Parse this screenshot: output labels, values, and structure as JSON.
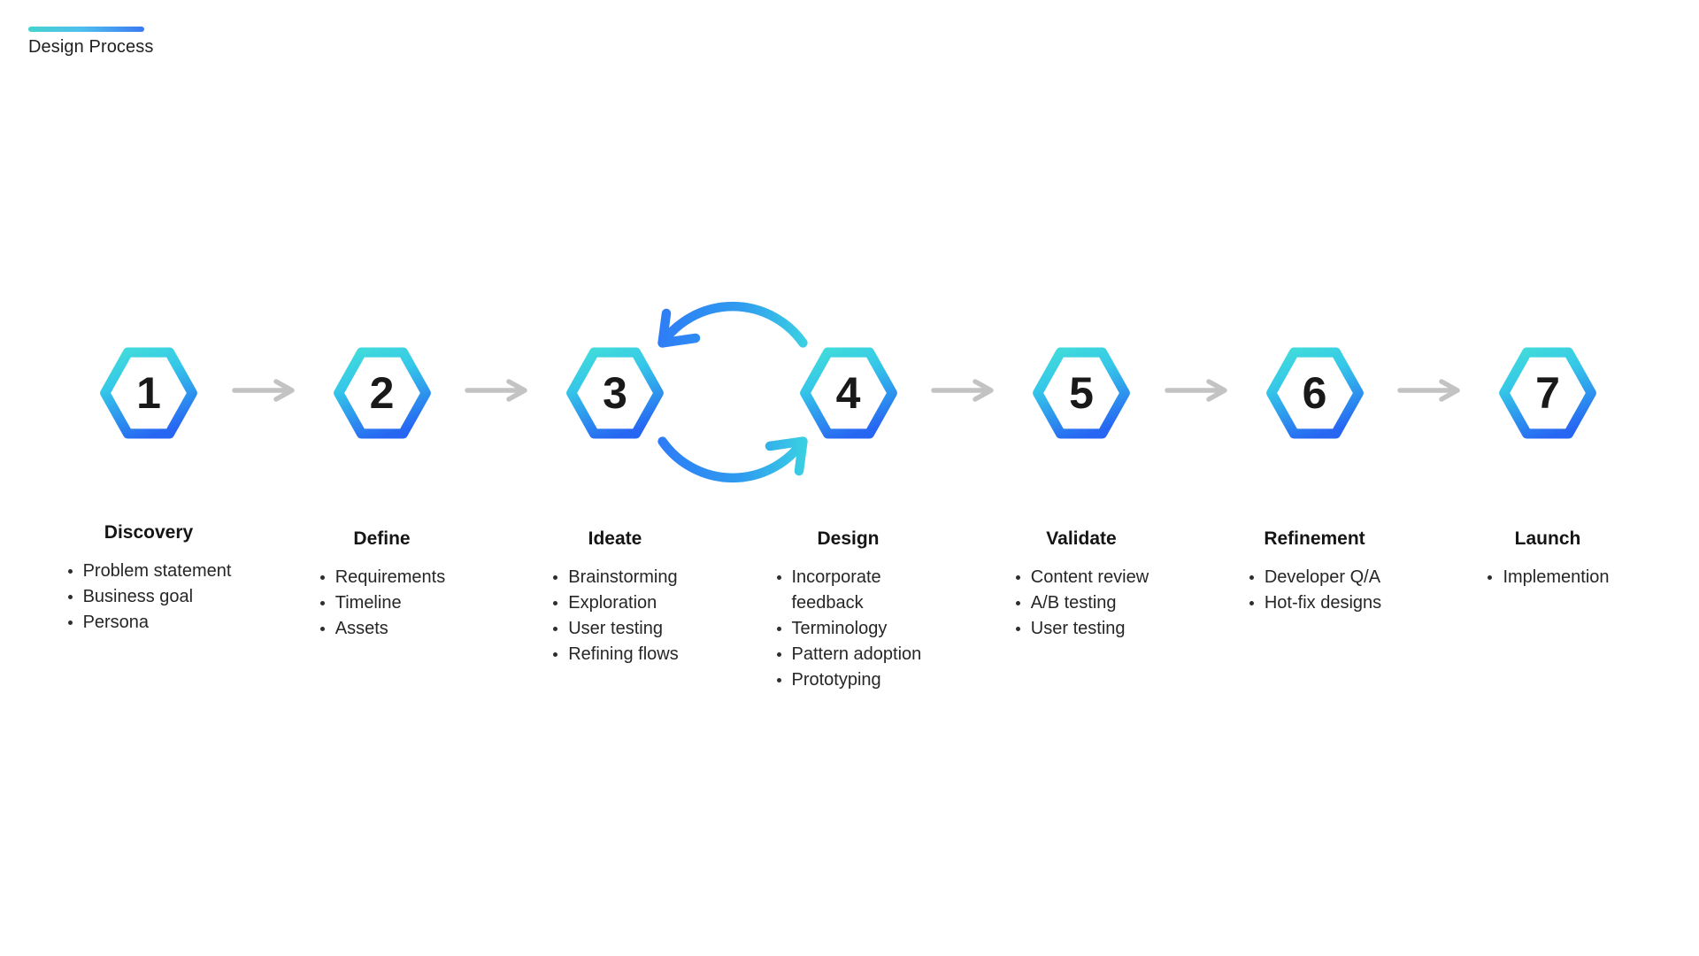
{
  "page": {
    "title": "Design Process"
  },
  "steps": [
    {
      "number": "1",
      "title": "Discovery",
      "bullets": [
        "Problem statement",
        "Business goal",
        "Persona"
      ]
    },
    {
      "number": "2",
      "title": "Define",
      "bullets": [
        "Requirements",
        "Timeline",
        "Assets"
      ]
    },
    {
      "number": "3",
      "title": "Ideate",
      "bullets": [
        "Brainstorming",
        "Exploration",
        "User testing",
        "Refining flows"
      ]
    },
    {
      "number": "4",
      "title": "Design",
      "bullets": [
        "Incorporate feedback",
        "Terminology",
        "Pattern adoption",
        "Prototyping"
      ]
    },
    {
      "number": "5",
      "title": "Validate",
      "bullets": [
        "Content review",
        "A/B testing",
        "User testing"
      ]
    },
    {
      "number": "6",
      "title": "Refinement",
      "bullets": [
        "Developer Q/A",
        "Hot-fix designs"
      ]
    },
    {
      "number": "7",
      "title": "Launch",
      "bullets": [
        "Implemention"
      ]
    }
  ],
  "icons": {
    "forward_arrow": "forward-arrow-icon",
    "cycle": "iteration-cycle-icon",
    "hexagon": "hexagon-outline-icon"
  },
  "colors": {
    "hex_gradient_top": "#40D9DC",
    "hex_gradient_mid": "#35C8E8",
    "hex_gradient_bottom": "#2766F3",
    "cycle_gradient_left": "#2E7BF7",
    "cycle_gradient_right": "#3BD3E2",
    "accent_bar_left": "#44D3CE",
    "accent_bar_right": "#3C79F4",
    "connector_gray": "#C3C3C3",
    "text_dark": "#1F1F1F"
  }
}
